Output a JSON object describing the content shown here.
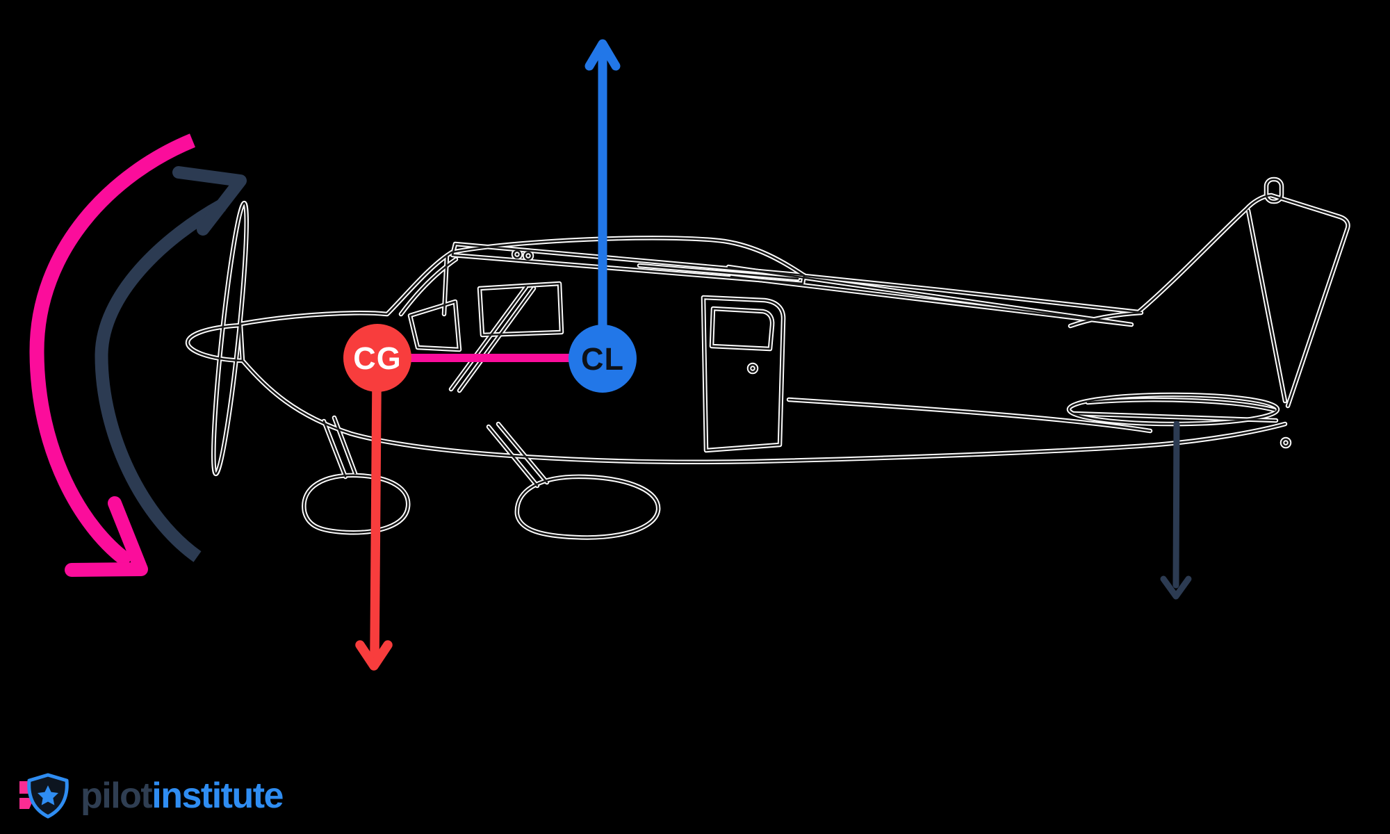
{
  "markers": {
    "cg_label": "CG",
    "cl_label": "CL"
  },
  "logo": {
    "word_primary": "pilot",
    "word_secondary": "institute"
  },
  "icons": {
    "lift_arrow": "straight-arrow-up",
    "weight_arrow": "straight-arrow-down",
    "tail_force_arrow": "straight-arrow-down",
    "pitch_up_rotation": "curved-arrow-up-right",
    "pitch_down_rotation": "curved-arrow-down-right",
    "logo_shield": "shield-with-star",
    "airplane": "cessna-side-view-line-art"
  },
  "colors": {
    "background": "#000000",
    "lift_blue": "#2277e8",
    "weight_red": "#f83d3d",
    "magenta": "#fb0d9b",
    "navy": "#2c3b52",
    "line_ink": "#161616",
    "line_halo": "#ffffff",
    "logo_dark": "#2f3e52",
    "logo_blue": "#2f8df2",
    "logo_pink": "#fb2c93",
    "shield_fill": "#0d1520",
    "cg_text": "#ffffff",
    "cl_text": "#0d1117"
  }
}
